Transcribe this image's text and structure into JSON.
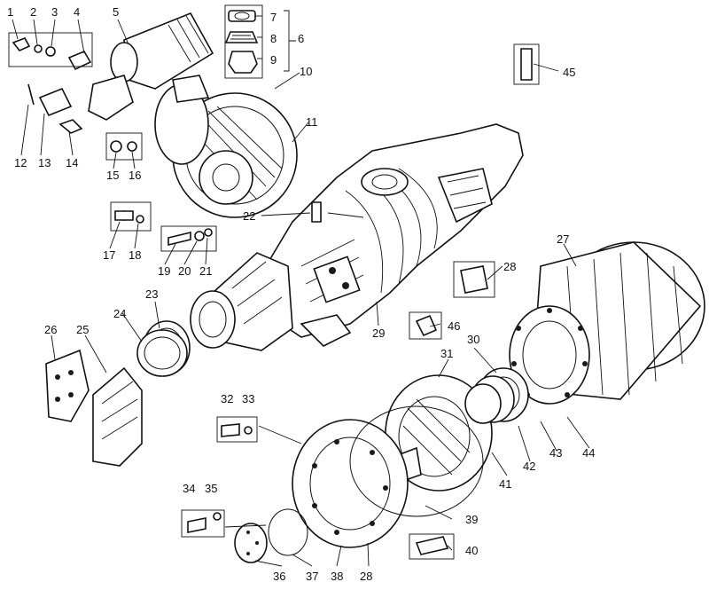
{
  "title": "",
  "labels": [
    {
      "id": "1",
      "text": "1"
    },
    {
      "id": "2",
      "text": "2"
    },
    {
      "id": "3",
      "text": "3"
    },
    {
      "id": "4",
      "text": "4"
    },
    {
      "id": "5",
      "text": "5"
    },
    {
      "id": "6",
      "text": "6"
    },
    {
      "id": "7",
      "text": "7"
    },
    {
      "id": "8",
      "text": "8"
    },
    {
      "id": "9",
      "text": "9"
    },
    {
      "id": "10",
      "text": "10"
    },
    {
      "id": "11",
      "text": "11"
    },
    {
      "id": "12",
      "text": "12"
    },
    {
      "id": "13",
      "text": "13"
    },
    {
      "id": "14",
      "text": "14"
    },
    {
      "id": "15",
      "text": "15"
    },
    {
      "id": "16",
      "text": "16"
    },
    {
      "id": "17",
      "text": "17"
    },
    {
      "id": "18",
      "text": "18"
    },
    {
      "id": "19",
      "text": "19"
    },
    {
      "id": "20",
      "text": "20"
    },
    {
      "id": "21",
      "text": "21"
    },
    {
      "id": "22",
      "text": "22"
    },
    {
      "id": "23",
      "text": "23"
    },
    {
      "id": "24",
      "text": "24"
    },
    {
      "id": "25",
      "text": "25"
    },
    {
      "id": "26",
      "text": "26"
    },
    {
      "id": "27",
      "text": "27"
    },
    {
      "id": "28a",
      "text": "28"
    },
    {
      "id": "28b",
      "text": "28"
    },
    {
      "id": "29",
      "text": "29"
    },
    {
      "id": "30",
      "text": "30"
    },
    {
      "id": "31",
      "text": "31"
    },
    {
      "id": "32",
      "text": "32"
    },
    {
      "id": "33",
      "text": "33"
    },
    {
      "id": "34",
      "text": "34"
    },
    {
      "id": "35",
      "text": "35"
    },
    {
      "id": "36",
      "text": "36"
    },
    {
      "id": "37",
      "text": "37"
    },
    {
      "id": "38",
      "text": "38"
    },
    {
      "id": "39",
      "text": "39"
    },
    {
      "id": "40",
      "text": "40"
    },
    {
      "id": "41",
      "text": "41"
    },
    {
      "id": "42",
      "text": "42"
    },
    {
      "id": "43",
      "text": "43"
    },
    {
      "id": "44",
      "text": "44"
    },
    {
      "id": "45",
      "text": "45"
    },
    {
      "id": "46",
      "text": "46"
    }
  ]
}
